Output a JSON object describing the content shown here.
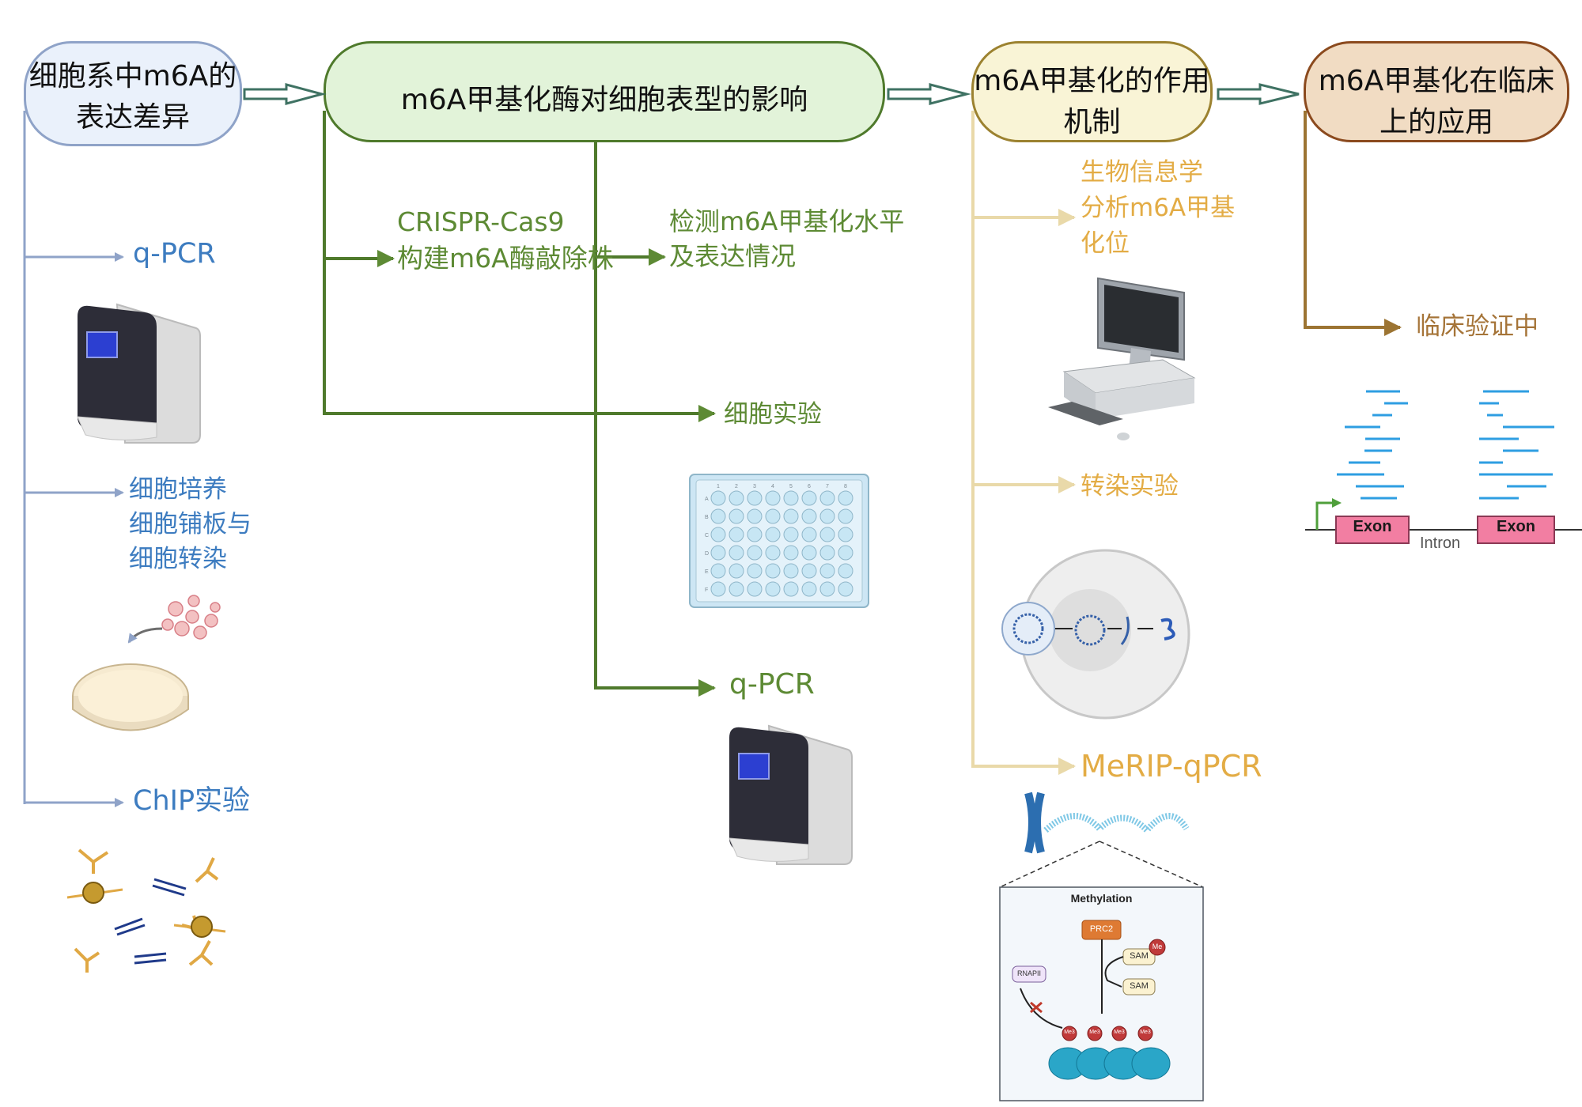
{
  "stages": [
    {
      "label": "细胞系中m6A的表达差异",
      "color": "#8fa3c8"
    },
    {
      "label": "m6A甲基化酶对细胞表型的影响",
      "color": "#4f7a2c"
    },
    {
      "label": "m6A甲基化的作用机制",
      "color": "#9c8230"
    },
    {
      "label": "m6A甲基化在临床上的应用",
      "color": "#8b4a1e"
    }
  ],
  "branches": {
    "col1": [
      "q-PCR",
      "细胞培养\n细胞铺板与\n细胞转染",
      "ChIP实验"
    ],
    "col2": [
      "CRISPR-Cas9\n构建m6A酶敲除株",
      "检测m6A甲基化水平\n及表达情况",
      "细胞实验",
      "q-PCR"
    ],
    "col3": [
      "生物信息学\n分析m6A甲基\n化位",
      "转染实验",
      "MeRIP-qPCR"
    ],
    "col4": [
      "临床验证中"
    ]
  },
  "diagram_labels": {
    "exon_left": "Exon",
    "exon_right": "Exon",
    "intron": "Intron",
    "methylation_title": "Methylation",
    "prc2": "PRC2",
    "sam_top": "SAM",
    "sam_bottom": "SAM",
    "me": "Me",
    "me3": "Me3",
    "rnapii": "RNAPII"
  },
  "plate_columns": [
    "1",
    "2",
    "3",
    "4",
    "5",
    "6",
    "7",
    "8"
  ],
  "plate_rows": [
    "A",
    "B",
    "C",
    "D",
    "E",
    "F"
  ],
  "icons": [
    "qpcr-machine-icon",
    "cell-culture-dish-icon",
    "antibody-dna-icon",
    "well-plate-icon",
    "computer-icon",
    "cell-transfection-icon",
    "chromosome-methylation-icon",
    "gene-exon-intron-icon"
  ]
}
